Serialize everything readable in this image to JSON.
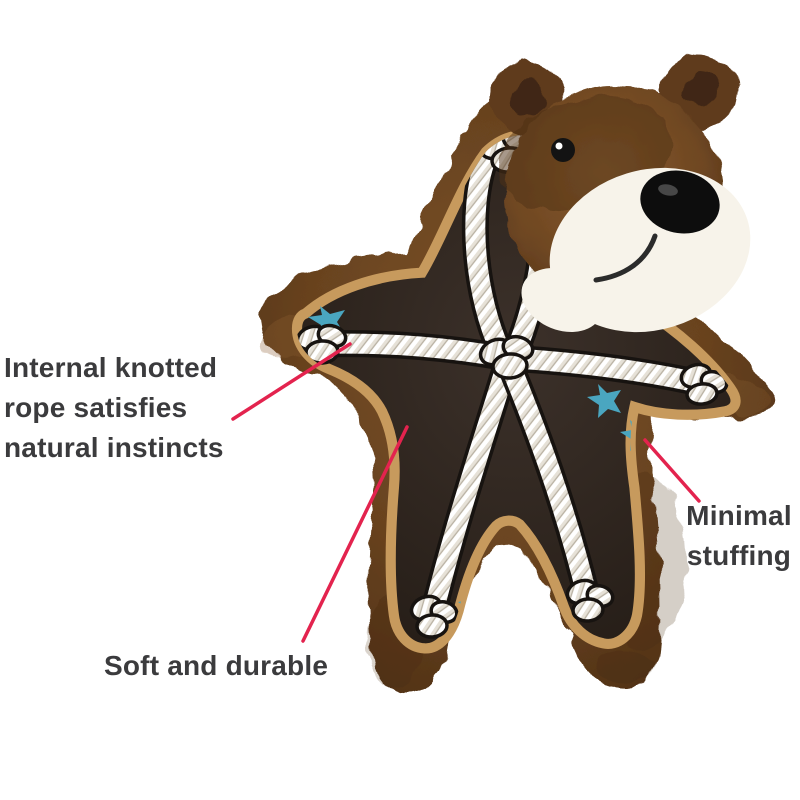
{
  "annotations": {
    "rope": {
      "lines": [
        "Internal knotted",
        "rope satisfies",
        "natural instincts"
      ]
    },
    "stuffing": {
      "lines": [
        "Minimal",
        "stuffing"
      ]
    },
    "durable": {
      "label": "Soft and durable"
    }
  },
  "colors": {
    "background": "#ffffff",
    "callout": "#e3234e",
    "text": "#3b3b3d",
    "fur_main": "#69431f",
    "fur_dark": "#4d2f15",
    "trim": "#c79a5d",
    "interior": "#2e251d",
    "rope": "#ffffff",
    "rope_outline": "#171310",
    "fabric_blue": "#4aa6c0",
    "muzzle": "#f7f3ea",
    "nose": "#0d0d0d"
  },
  "illustration": {
    "name": "plush-bear-toy-cutaway"
  }
}
